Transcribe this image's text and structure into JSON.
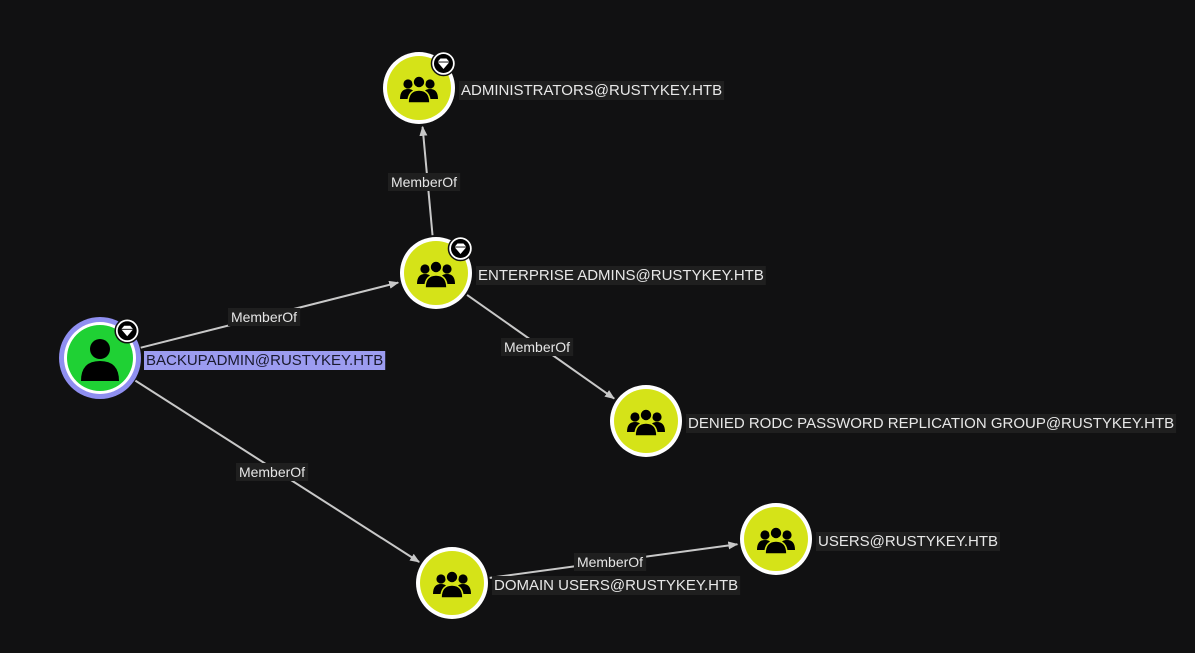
{
  "graph": {
    "colors": {
      "background": "#111112",
      "group_fill": "#d5e318",
      "user_fill": "#1fd134",
      "node_ring": "#ffffff",
      "selected_ring": "#8f8ff0",
      "selected_label_bg": "#9c9cf0",
      "label_bg": "#1f1f1f",
      "edge": "#c8c8c8",
      "icon": "#000000"
    },
    "nodes": [
      {
        "id": "backupadmin",
        "kind": "user",
        "label": "BACKUPADMIN@RUSTYKEY.HTB",
        "badge": "gem-icon",
        "selected": true
      },
      {
        "id": "administrators",
        "kind": "group",
        "label": "ADMINISTRATORS@RUSTYKEY.HTB",
        "badge": "gem-icon",
        "selected": false
      },
      {
        "id": "enterprise_admins",
        "kind": "group",
        "label": "ENTERPRISE ADMINS@RUSTYKEY.HTB",
        "badge": "gem-icon",
        "selected": false
      },
      {
        "id": "denied_rodc",
        "kind": "group",
        "label": "DENIED RODC PASSWORD REPLICATION GROUP@RUSTYKEY.HTB",
        "badge": null,
        "selected": false
      },
      {
        "id": "domain_users",
        "kind": "group",
        "label": "DOMAIN USERS@RUSTYKEY.HTB",
        "badge": null,
        "selected": false
      },
      {
        "id": "users",
        "kind": "group",
        "label": "USERS@RUSTYKEY.HTB",
        "badge": null,
        "selected": false
      }
    ],
    "edges": [
      {
        "id": "e1",
        "source": "backupadmin",
        "target": "enterprise_admins",
        "label": "MemberOf"
      },
      {
        "id": "e2",
        "source": "enterprise_admins",
        "target": "administrators",
        "label": "MemberOf"
      },
      {
        "id": "e3",
        "source": "enterprise_admins",
        "target": "denied_rodc",
        "label": "MemberOf"
      },
      {
        "id": "e4",
        "source": "backupadmin",
        "target": "domain_users",
        "label": "MemberOf"
      },
      {
        "id": "e5",
        "source": "domain_users",
        "target": "users",
        "label": "MemberOf"
      }
    ]
  }
}
